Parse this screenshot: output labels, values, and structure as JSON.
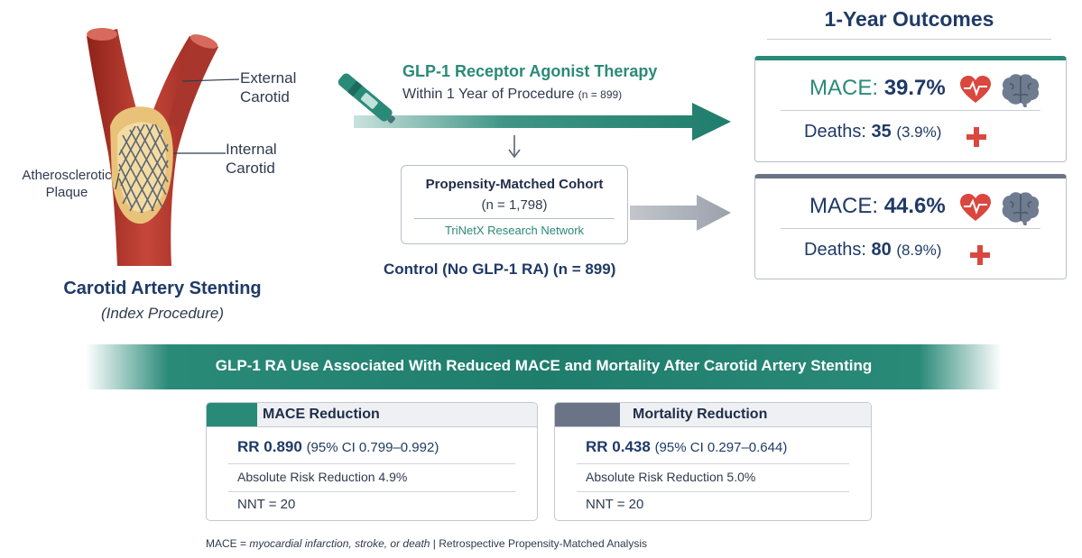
{
  "illustration": {
    "label_external": "External Carotid",
    "label_internal": "Internal Carotid",
    "label_plaque": "Atherosclerotic Plaque",
    "title": "Carotid Artery Stenting",
    "subtitle": "(Index Procedure)"
  },
  "therapy": {
    "title": "GLP-1 Receptor Agonist Therapy",
    "subtitle": "Within 1 Year of Procedure",
    "n": "(n = 899)"
  },
  "cohort": {
    "title": "Propensity-Matched Cohort",
    "n": "(n = 1,798)",
    "network": "TriNetX Research Network"
  },
  "control": {
    "label": "Control (No GLP-1 RA) (n = 899)"
  },
  "outcomes": {
    "title": "1-Year Outcomes",
    "glp1": {
      "mace_key": "MACE:",
      "mace_value": "39.7%",
      "deaths_key": "Deaths:",
      "deaths_value": "35",
      "deaths_pct": "(3.9%)"
    },
    "control": {
      "mace_key": "MACE:",
      "mace_value": "44.6%",
      "deaths_key": "Deaths:",
      "deaths_value": "80",
      "deaths_pct": "(8.9%)"
    }
  },
  "banner": {
    "text": "GLP-1 RA Use Associated With Reduced MACE and Mortality After Carotid Artery Stenting"
  },
  "cards": {
    "mace": {
      "title": "MACE Reduction",
      "rr": "RR 0.890",
      "ci": "(95% CI 0.799–0.992)",
      "arr": "Absolute Risk Reduction 4.9%",
      "nnt": "NNT = 20"
    },
    "mortality": {
      "title": "Mortality Reduction",
      "rr": "RR 0.438",
      "ci": "(95% CI 0.297–0.644)",
      "arr": "Absolute Risk Reduction 5.0%",
      "nnt": "NNT = 20"
    }
  },
  "footnote": {
    "prefix": "MACE = ",
    "definition": "myocardial infarction, stroke, or death",
    "suffix": " | Retrospective Propensity-Matched Analysis"
  },
  "colors": {
    "teal": "#2a8a78",
    "navy": "#1f3a66",
    "slate": "#6a7486",
    "artery_red": "#b3352b",
    "heart_red": "#d9473f"
  },
  "icons": [
    "artery-stent-illustration",
    "injection-pen-icon",
    "heart-ecg-icon",
    "brain-icon",
    "medical-cross-icon"
  ]
}
